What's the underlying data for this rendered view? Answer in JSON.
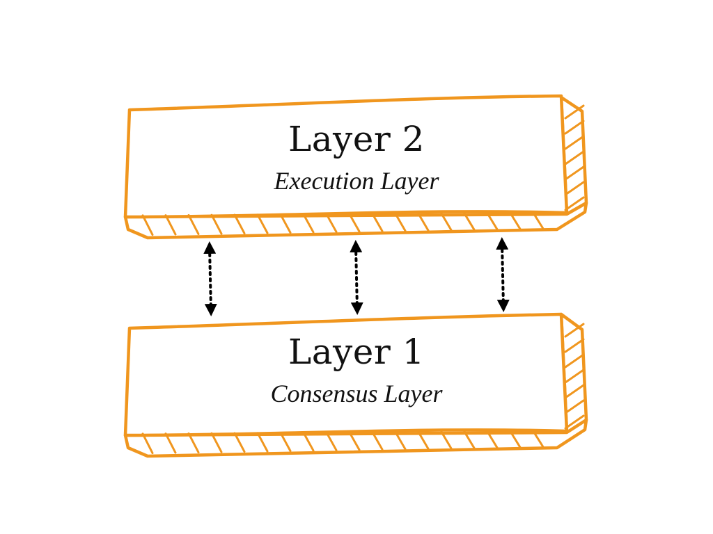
{
  "diagram": {
    "colors": {
      "slab_stroke": "#F0961E",
      "slab_fill": "#FFFFFF",
      "text": "#111111",
      "arrow": "#000000"
    },
    "layers": [
      {
        "title": "Layer 2",
        "subtitle": "Execution Layer"
      },
      {
        "title": "Layer 1",
        "subtitle": "Consensus Layer"
      }
    ],
    "connectors": {
      "count": 3,
      "style": "dotted",
      "direction": "bidirectional"
    }
  }
}
